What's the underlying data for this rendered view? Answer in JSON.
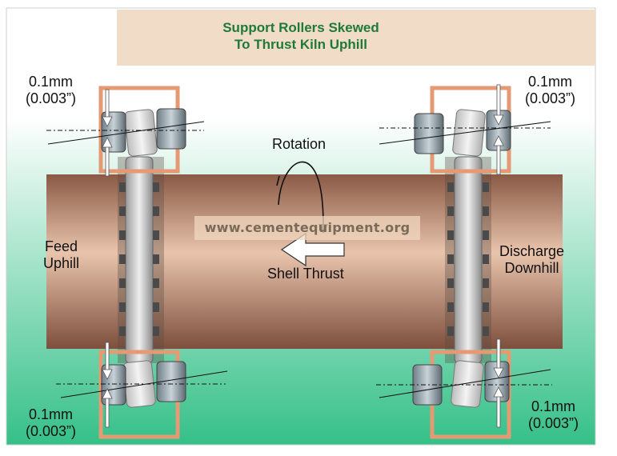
{
  "title": {
    "line1": "Support Rollers Skewed",
    "line2": "To Thrust Kiln Uphill"
  },
  "labels": {
    "top_left_gap": "0.1mm",
    "top_left_gap_in": "(0.003”)",
    "top_right_gap": "0.1mm",
    "top_right_gap_in": "(0.003”)",
    "bottom_left_gap": "0.1mm",
    "bottom_left_gap_in": "(0.003”)",
    "bottom_right_gap": "0.1mm",
    "bottom_right_gap_in": "(0.003”)",
    "rotation": "Rotation",
    "feed_line1": "Feed",
    "feed_line2": "Uphill",
    "discharge_line1": "Discharge",
    "discharge_line2": "Downhill",
    "shell_thrust": "Shell Thrust"
  },
  "watermark": "www.cementequipment.org",
  "colors": {
    "title_text": "#1f7a3a",
    "title_bg": "#f1dcc7",
    "background_top": "#ffffff",
    "background_bottom": "#3cc48a",
    "kiln_shell": "#a8715a",
    "roller_frame": "#e8a07a",
    "tyre": "#c9c9c9"
  }
}
